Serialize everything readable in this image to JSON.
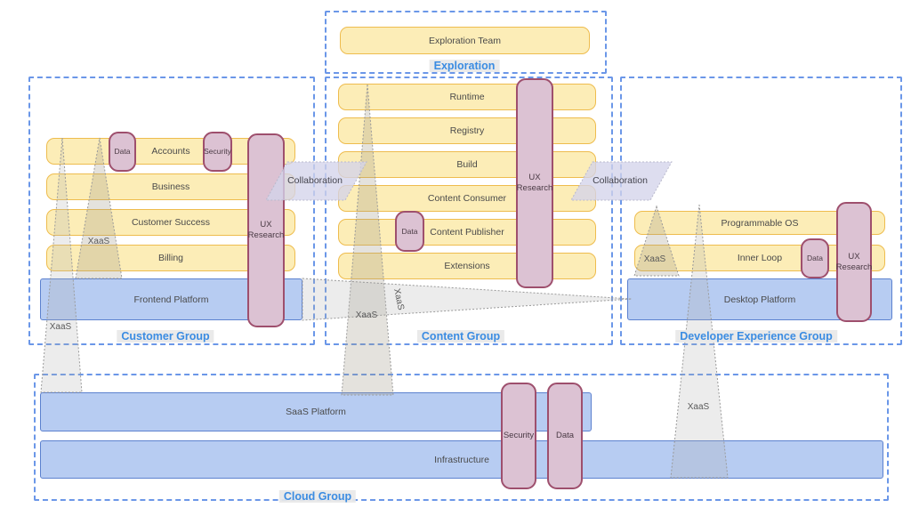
{
  "exploration": {
    "label": "Exploration",
    "team": "Exploration Team"
  },
  "customer": {
    "label": "Customer Group",
    "teams": [
      "Accounts",
      "Business",
      "Customer Success",
      "Billing"
    ],
    "platform": "Frontend Platform",
    "ux": "UX Research",
    "data": "Data",
    "security": "Security",
    "xaas_mid": "XaaS",
    "xaas_low": "XaaS"
  },
  "content": {
    "label": "Content Group",
    "teams": [
      "Runtime",
      "Registry",
      "Build",
      "Content Consumer",
      "Content Publisher",
      "Extensions"
    ],
    "ux": "UX Research",
    "data": "Data",
    "xaas_low": "XaaS",
    "xaas_side": "XaaS"
  },
  "devex": {
    "label": "Developer Experience Group",
    "teams": [
      "Programmable OS",
      "Inner Loop"
    ],
    "platform": "Desktop Platform",
    "ux": "UX Research",
    "data": "Data",
    "xaas": "XaaS"
  },
  "cloud": {
    "label": "Cloud Group",
    "platforms": [
      "SaaS Platform",
      "Infrastructure"
    ],
    "security": "Security",
    "data": "Data",
    "xaas": "XaaS"
  },
  "interactions": {
    "collaboration_left": "Collaboration",
    "collaboration_right": "Collaboration"
  },
  "colors": {
    "stream_team_fill": "#FCEDB7",
    "stream_team_border": "#EEBC4E",
    "platform_fill": "#B7CCF2",
    "platform_border": "#5C81CF",
    "enabling_fill": "#DCC2D3",
    "enabling_border": "#9E4F6D",
    "group_border": "#6B97E8",
    "group_label_text": "#3B8CE2",
    "xaas_shape": "#CFCCC2",
    "collaboration_shape": "#D4D4EA"
  }
}
